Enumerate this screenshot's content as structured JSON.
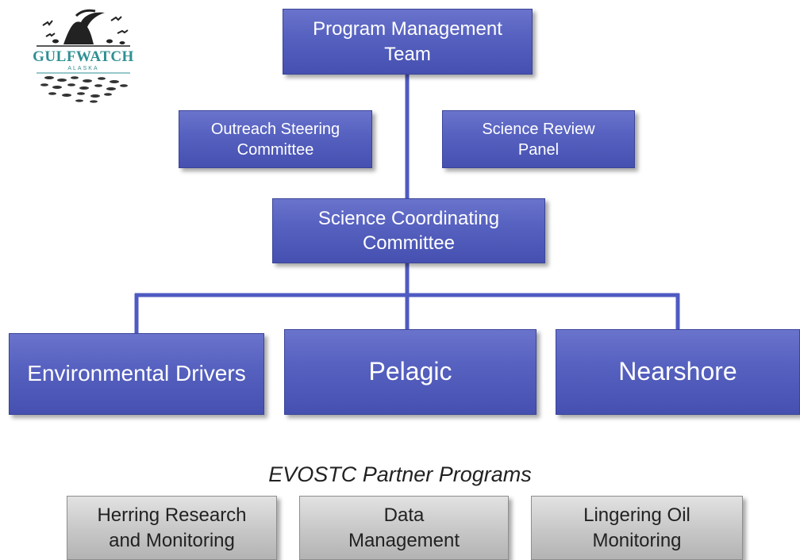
{
  "logo": {
    "name": "GULFWATCH",
    "sub": "ALASKA"
  },
  "boxes": {
    "program_management": "Program Management\nTeam",
    "outreach": "Outreach Steering\nCommittee",
    "science_review": "Science Review\nPanel",
    "science_coordinating": "Science Coordinating\nCommittee",
    "environmental": "Environmental Drivers",
    "pelagic": "Pelagic",
    "nearshore": "Nearshore"
  },
  "partners": {
    "title": "EVOSTC Partner Programs",
    "herring": "Herring Research\nand Monitoring",
    "data_management": "Data\nManagement",
    "lingering_oil": "Lingering Oil\nMonitoring"
  },
  "colors": {
    "box_fill": "#5560bf",
    "connector": "#4f5bc2",
    "partner_fill": "#c9c9c9",
    "logo_teal": "#2f8f92"
  }
}
